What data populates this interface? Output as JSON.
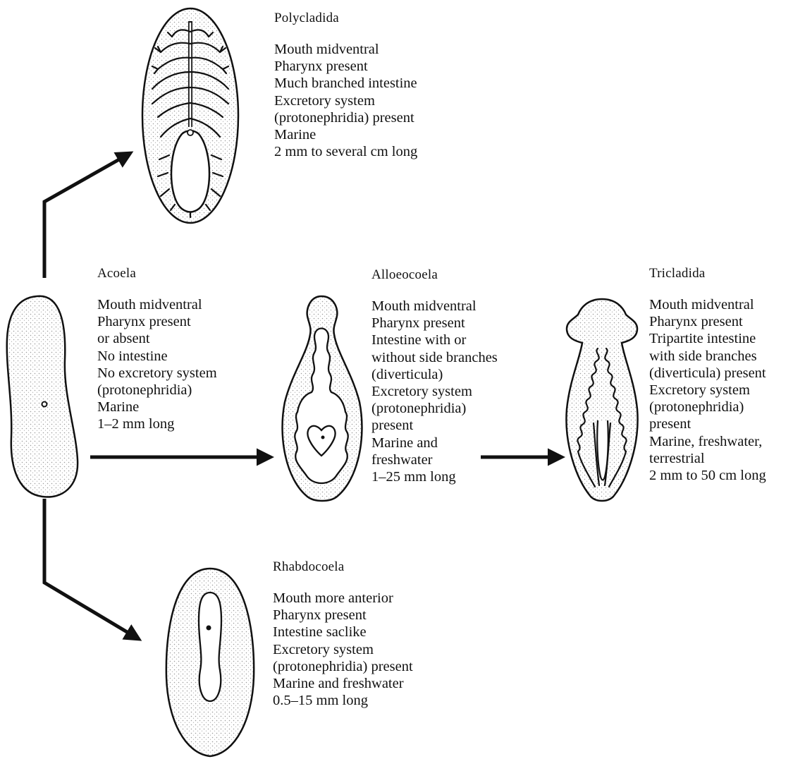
{
  "groups": {
    "polycladida": {
      "name": "Polycladida",
      "lines": [
        "Mouth midventral",
        "Pharynx present",
        "Much branched intestine",
        "Excretory system",
        "(protonephridia) present",
        "Marine",
        "2 mm to several cm long"
      ]
    },
    "acoela": {
      "name": "Acoela",
      "lines": [
        "Mouth midventral",
        "Pharynx present",
        "or absent",
        "No intestine",
        "No excretory system",
        "(protonephridia)",
        "Marine",
        "1–2 mm long"
      ]
    },
    "alloeocoela": {
      "name": "Alloeocoela",
      "lines": [
        "Mouth midventral",
        "Pharynx present",
        "Intestine with or",
        "without side branches",
        "(diverticula)",
        "Excretory system",
        "(protonephridia)",
        "present",
        "Marine and",
        "freshwater",
        "1–25 mm long"
      ]
    },
    "tricladida": {
      "name": "Tricladida",
      "lines": [
        "Mouth midventral",
        "Pharynx present",
        "Tripartite intestine",
        "with side branches",
        "(diverticula) present",
        "Excretory system",
        "(protonephridia)",
        "present",
        "Marine, freshwater,",
        "terrestrial",
        "2 mm to 50 cm long"
      ]
    },
    "rhabdocoela": {
      "name": "Rhabdocoela",
      "lines": [
        "Mouth more anterior",
        "Pharynx present",
        "Intestine saclike",
        "Excretory system",
        "(protonephridia) present",
        "Marine and freshwater",
        "0.5–15 mm long"
      ]
    }
  },
  "colors": {
    "ink": "#111111",
    "stipple": "#bdbdbd",
    "paper": "#ffffff"
  }
}
